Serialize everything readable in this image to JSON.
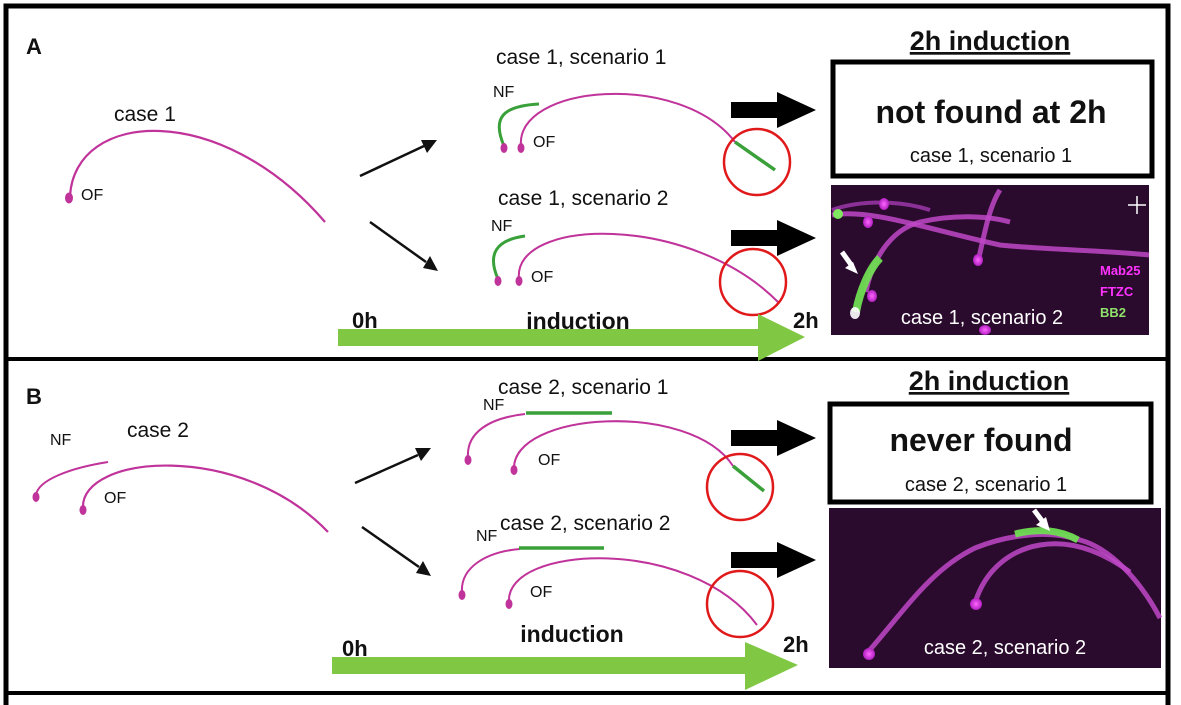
{
  "panel_a": {
    "letter": "A",
    "case_label": "case 1",
    "of": "OF",
    "nf": "NF",
    "scenario1_label": "case 1, scenario 1",
    "scenario2_label": "case 1, scenario 2",
    "header": "2h induction",
    "result_title": "not found at 2h",
    "result_caption": "case 1, scenario 1",
    "image_caption": "case 1, scenario 2",
    "legend": [
      "Mab25",
      "FTZC",
      "BB2"
    ],
    "timeline": {
      "start": "0h",
      "middle": "induction",
      "end": "2h"
    }
  },
  "panel_b": {
    "letter": "B",
    "case_label": "case 2",
    "of": "OF",
    "nf": "NF",
    "scenario1_label": "case 2, scenario 1",
    "scenario2_label": "case 2, scenario 2",
    "header": "2h induction",
    "result_title": "never found",
    "result_caption": "case 2, scenario 1",
    "image_caption": "case 2, scenario 2",
    "timeline": {
      "start": "0h",
      "middle": "induction",
      "end": "2h"
    }
  },
  "colors": {
    "magenta": "#c0339a",
    "green": "#3aa13a",
    "arrow_green": "#80c844",
    "red": "#e0191b",
    "legend_magenta": "#ff33ff",
    "legend_green": "#8fe36b"
  }
}
